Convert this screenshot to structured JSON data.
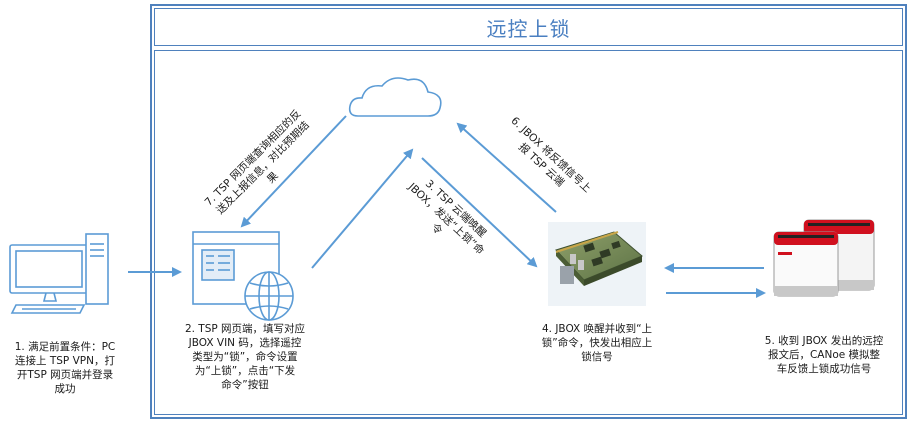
{
  "title": "远控上锁",
  "colors": {
    "frame": "#4f81bd",
    "arrow": "#5b9bd5",
    "title": "#4a7fc1"
  },
  "steps": {
    "step1": "1. 满足前置条件：PC\n连接上 TSP VPN，打\n开TSP 网页端并登录\n成功",
    "step2": "2. TSP 网页端，填写对应\nJBOX VIN 码，选择遥控\n类型为“锁”，命令设置\n为“上锁”，点击“下发\n命令”按钮",
    "step3": "3. TSP 云端唤醒\nJBOX，发送“上锁”命\n令",
    "step4": "4. JBOX 唤醒并收到“上\n锁”命令，快发出相应上\n锁信号",
    "step5": "5. 收到 JBOX 发出的远控\n报文后，CANoe 模拟整\n车反馈上锁成功信号",
    "step6": "6. JBOX 将反馈信号上\n报 TSP 云端",
    "step7": "7. TSP 网页端查询相应的反\n送及上报信息，对比预期结\n果"
  },
  "icons": [
    "computer-icon",
    "webpage-globe-icon",
    "cloud-icon",
    "jbox-board-icon",
    "canoe-hardware-icon"
  ]
}
